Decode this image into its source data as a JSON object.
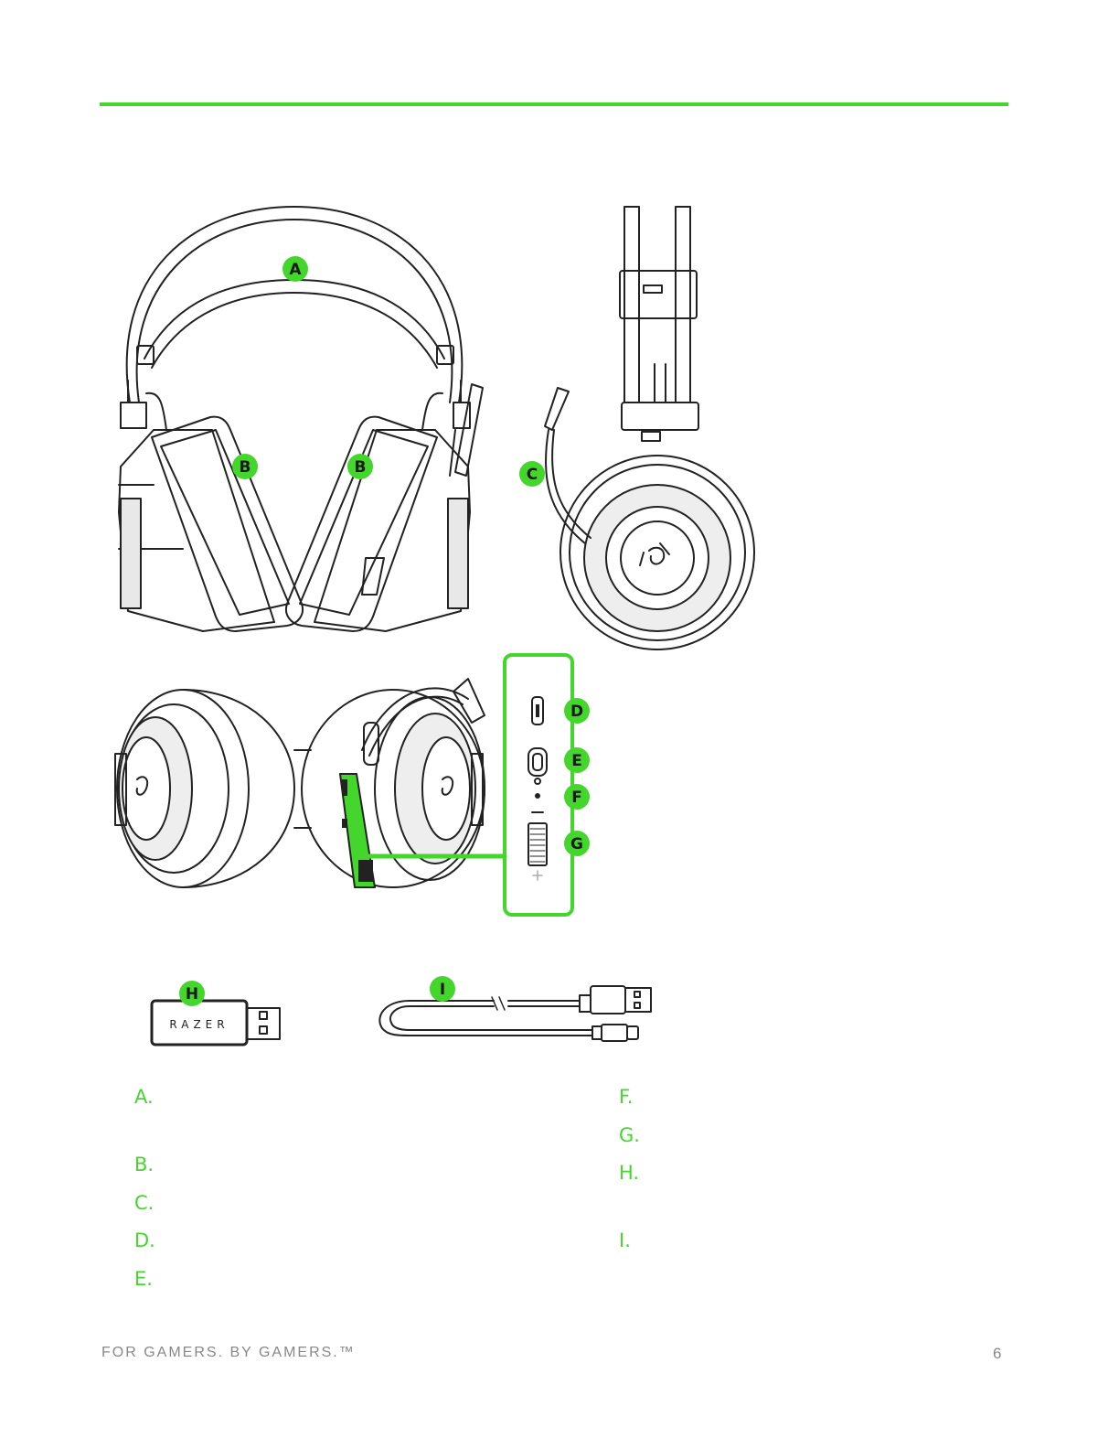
{
  "accent_color": "#44d62c",
  "figure": {
    "callouts": [
      "A",
      "B",
      "B",
      "C",
      "D",
      "E",
      "F",
      "G",
      "H",
      "I"
    ],
    "dongle_brand": "RAZER",
    "icons": [
      "headset-front-icon",
      "headset-side-icon",
      "headset-top-icon",
      "controls-panel",
      "usb-dongle-icon",
      "usb-cable-icon"
    ]
  },
  "legend": {
    "left": [
      "A.",
      "B.",
      "C.",
      "D.",
      "E."
    ],
    "right": [
      "F.",
      "G.",
      "H.",
      "I."
    ]
  },
  "footer": {
    "tagline": "FOR GAMERS. BY GAMERS.™",
    "page_number": "6"
  }
}
